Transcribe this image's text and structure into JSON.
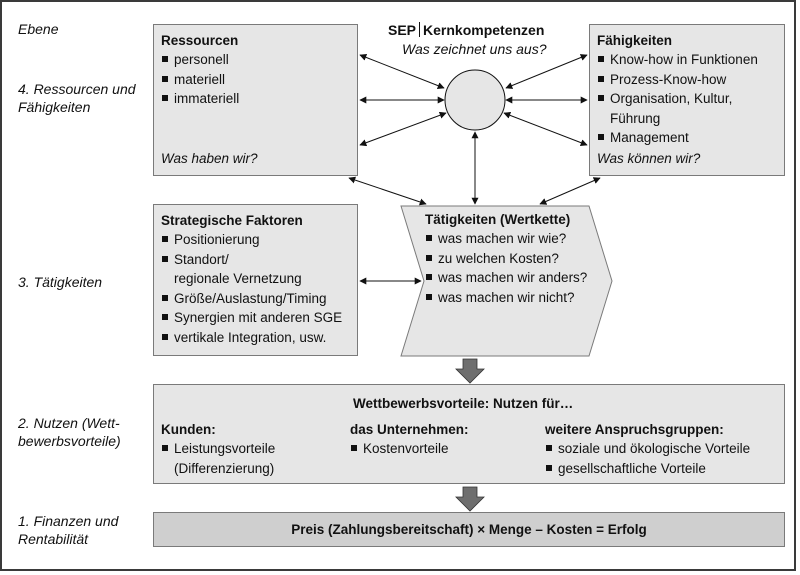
{
  "levels": {
    "header": "Ebene",
    "l4": [
      "4. Ressourcen und",
      "Fähigkeiten"
    ],
    "l3": "3. Tätigkeiten",
    "l2": [
      "2. Nutzen (Wett-",
      "bewerbsvorteile)"
    ],
    "l1": [
      "1. Finanzen und",
      "Rentabilität"
    ]
  },
  "ressourcen": {
    "title": "Ressourcen",
    "items": [
      "personell",
      "materiell",
      "immateriell"
    ],
    "question": "Was haben wir?"
  },
  "sep": {
    "title_left": "SEP",
    "title_right": "Kernkompetenzen",
    "question": "Was zeichnet uns aus?"
  },
  "faehigkeiten": {
    "title": "Fähigkeiten",
    "items": [
      "Know-how in Funktionen",
      "Prozess-Know-how",
      "Organisation, Kultur,",
      "Management"
    ],
    "item3_cont": "Führung",
    "question": "Was können wir?"
  },
  "strategische": {
    "title": "Strategische Faktoren",
    "items": [
      "Positionierung",
      "Standort/",
      "Größe/Auslastung/Timing",
      "Synergien mit anderen SGE",
      "vertikale Integration, usw."
    ],
    "item2_cont": "regionale Vernetzung"
  },
  "taetigkeiten": {
    "title": "Tätigkeiten (Wertkette)",
    "items": [
      "was machen wir wie?",
      "zu welchen Kosten?",
      "was machen wir anders?",
      "was machen wir nicht?"
    ]
  },
  "nutzen": {
    "title": "Wettbewerbsvorteile: Nutzen für…",
    "kunden_title": "Kunden:",
    "kunden_items": [
      "Leistungsvorteile"
    ],
    "kunden_cont": "(Differenzierung)",
    "unternehmen_title": "das Unternehmen:",
    "unternehmen_items": [
      "Kostenvorteile"
    ],
    "anspruch_title": "weitere Anspruchsgruppen:",
    "anspruch_items": [
      "soziale und ökologische Vorteile",
      "gesellschaftliche Vorteile"
    ]
  },
  "formula": "Preis (Zahlungsbereitschaft) × Menge – Kosten = Erfolg",
  "colors": {
    "box_fill": "#e6e6e6",
    "box_border": "#7a7a7a",
    "formula_fill": "#cfcfcf",
    "arrow_fill": "#6e6e6e"
  }
}
